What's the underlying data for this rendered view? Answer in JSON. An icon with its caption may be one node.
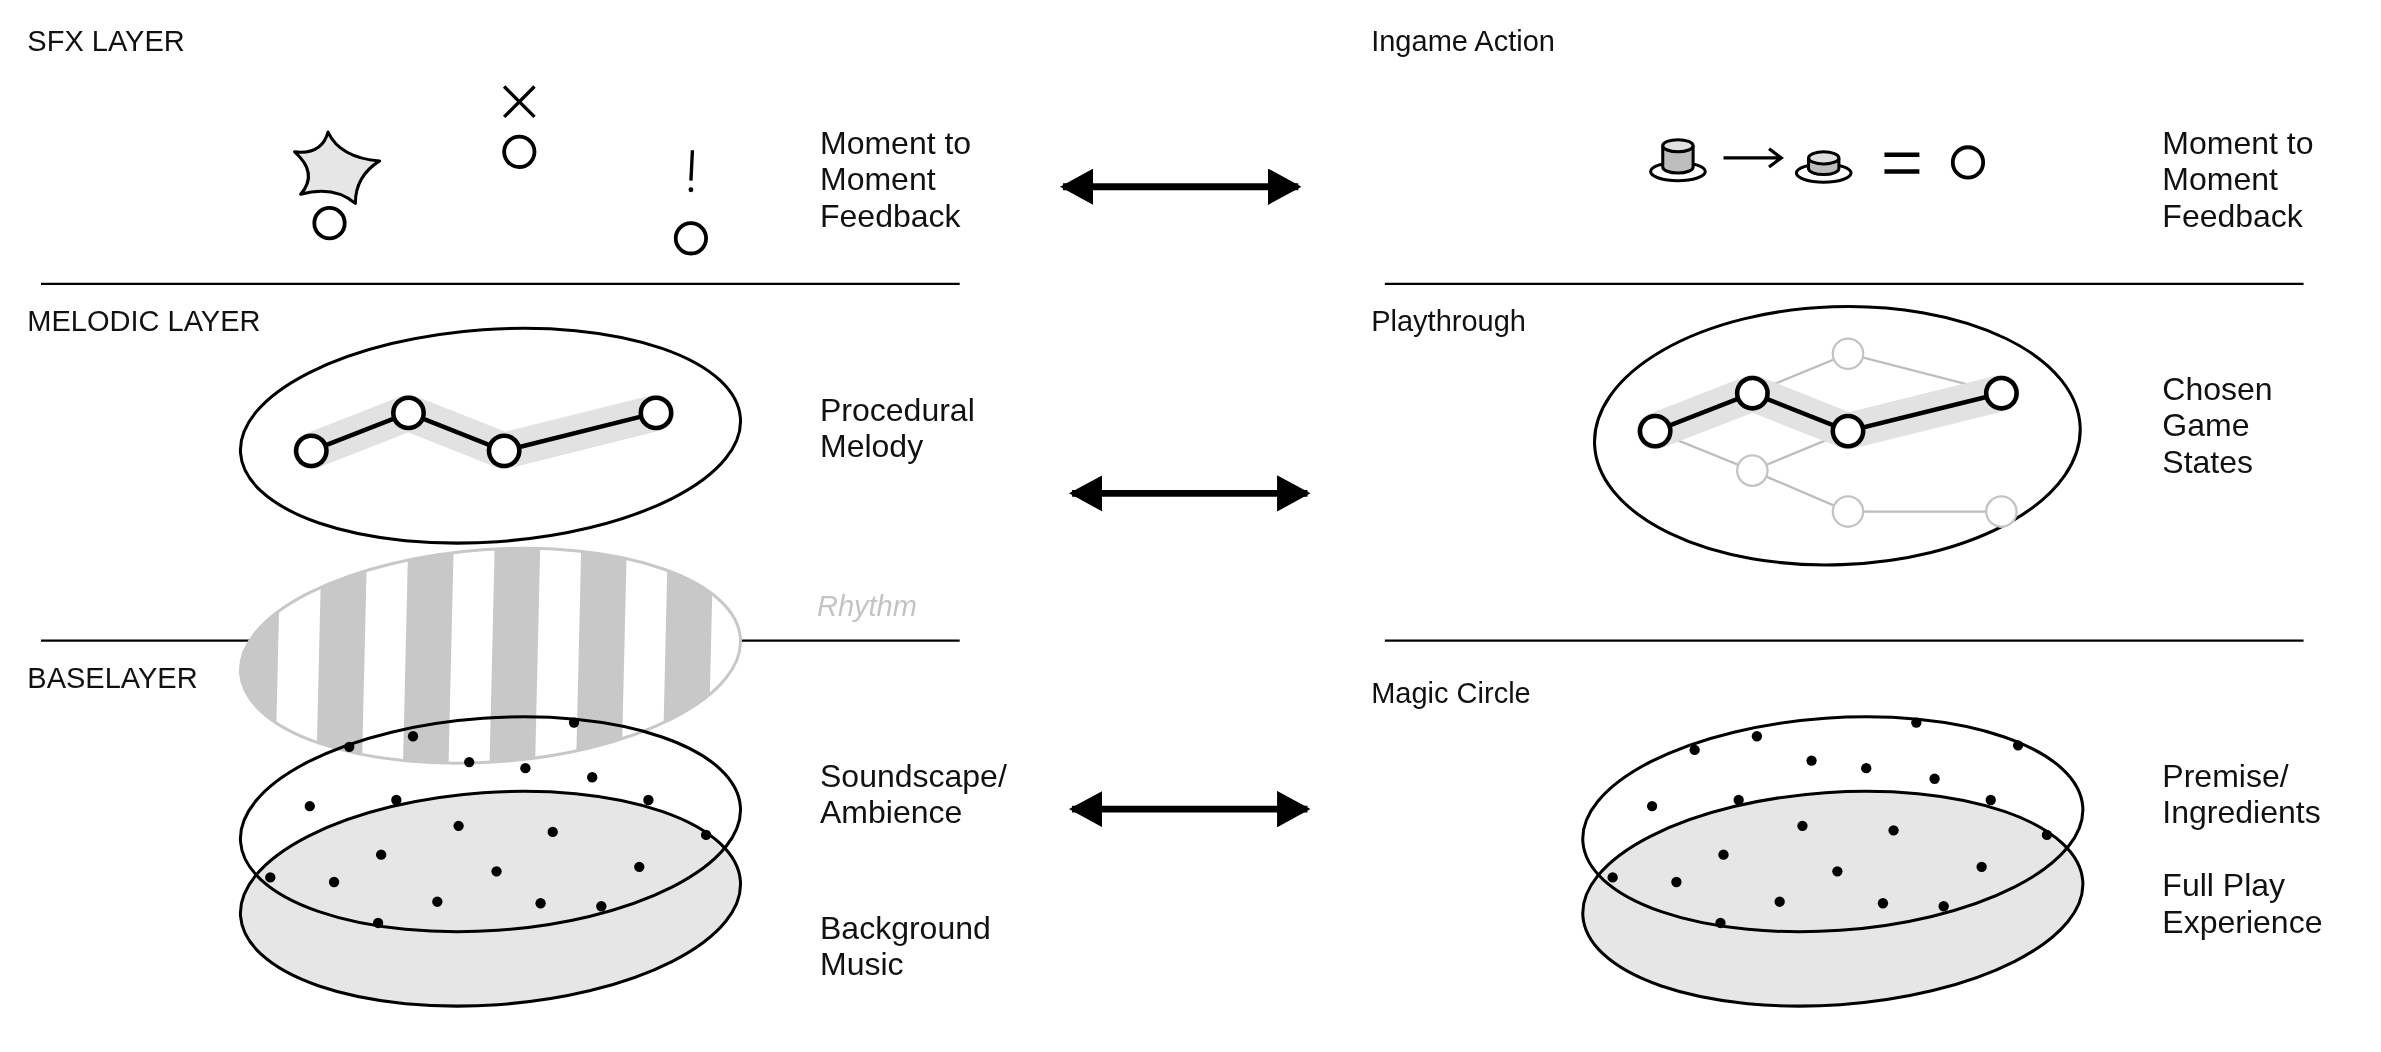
{
  "diagram": {
    "nodes": [
      {
        "text": [
          "Moment to Moment Feedback"
        ]
      },
      {
        "text": [
          "Moment to Moment Feedback"
        ]
      },
      {
        "text": [
          "Procedural Melody"
        ]
      },
      {
        "text": [
          "Chosen Game States"
        ]
      },
      {
        "text": [
          "Soundscape/ Ambience"
        ]
      },
      {
        "text": [
          "Background Music"
        ]
      },
      {
        "text": [
          "Premise/ Ingredients"
        ]
      },
      {
        "text": [
          "Full Play Experience"
        ]
      }
    ],
    "edges": [
      {
        "from": 0,
        "to": null,
        "arrow": "both"
      },
      {
        "from": 2,
        "to": null,
        "arrow": "both"
      },
      {
        "from": 4,
        "to": null,
        "arrow": "both"
      }
    ],
    "labels": [
      "SFX LAYER",
      "Ingame Action",
      "MELODIC LAYER",
      "Playthrough",
      "Rhythm",
      "BASELAYER",
      "Magic Circle"
    ]
  }
}
